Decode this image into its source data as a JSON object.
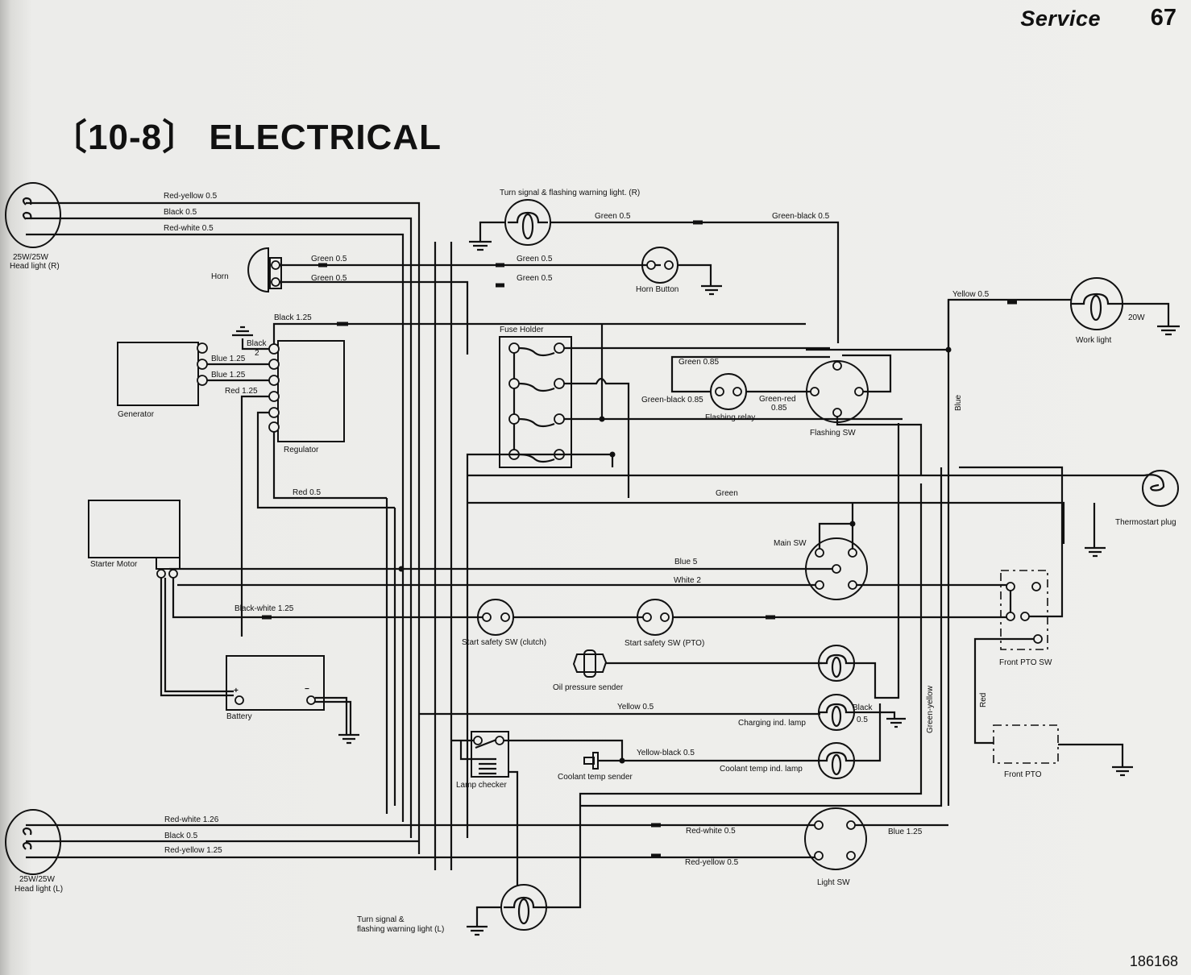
{
  "header": {
    "section": "Service",
    "page_number": "67"
  },
  "title": {
    "number": "〔10-8〕",
    "text": "ELECTRICAL"
  },
  "figure_number": "186168",
  "components": {
    "headlight_r": {
      "label": "Head light (R)",
      "rating": "25W/25W"
    },
    "headlight_l": {
      "label": "Head light (L)",
      "rating": "25W/25W"
    },
    "horn": {
      "label": "Horn"
    },
    "horn_button": {
      "label": "Horn Button"
    },
    "turn_signal_r": {
      "label": "Turn signal & flashing warning light. (R)"
    },
    "turn_signal_l": {
      "line1": "Turn signal &",
      "line2": "flashing warning light (L)"
    },
    "generator": {
      "label": "Generator"
    },
    "regulator": {
      "label": "Regulator"
    },
    "fuse_holder": {
      "label": "Fuse Holder"
    },
    "flashing_relay": {
      "label": "Flashing relay"
    },
    "flashing_sw": {
      "label": "Flashing SW"
    },
    "work_light": {
      "label": "Work light",
      "rating": "20W"
    },
    "thermostart_plug": {
      "label": "Thermostart plug"
    },
    "main_sw": {
      "label": "Main SW"
    },
    "starter_motor": {
      "label": "Starter Motor"
    },
    "start_safety_clutch": {
      "label": "Start safety SW (clutch)"
    },
    "start_safety_pto": {
      "label": "Start safety SW (PTO)"
    },
    "oil_pressure_sender": {
      "label": "Oil pressure sender"
    },
    "battery": {
      "label": "Battery",
      "plus": "+",
      "minus": "−"
    },
    "charging_lamp": {
      "label": "Charging ind. lamp"
    },
    "coolant_lamp": {
      "label": "Coolant temp ind. lamp"
    },
    "coolant_sender": {
      "label": "Coolant temp sender"
    },
    "lamp_checker": {
      "label": "Lamp checker"
    },
    "front_pto_sw": {
      "label": "Front PTO SW"
    },
    "front_pto": {
      "label": "Front PTO"
    },
    "light_sw": {
      "label": "Light SW"
    }
  },
  "wires": {
    "hl_r_red_yellow": "Red-yellow  0.5",
    "hl_r_black": "Black  0.5",
    "hl_r_red_white": "Red-white  0.5",
    "horn_green_1": "Green 0.5",
    "horn_green_2": "Green 0.5",
    "horn_btn_green_1": "Green 0.5",
    "horn_btn_green_2": "Green 0.5",
    "turn_r_green": "Green 0.5",
    "turn_r_green_black": "Green-black 0.5",
    "reg_black_125": "Black 1.25",
    "reg_black_2_a": "Black",
    "reg_black_2_b": "2",
    "gen_blue_1": "Blue 1.25",
    "gen_blue_2": "Blue 1.25",
    "reg_red": "Red 1.25",
    "relay_green": "Green 0.85",
    "relay_green_black": "Green-black 0.85",
    "relay_green_red_a": "Green-red",
    "relay_green_red_b": "0.85",
    "work_yellow": "Yellow 0.5",
    "blue_vertical": "Blue",
    "thermo_green": "Green",
    "red_05": "Red 0.5",
    "blue_5": "Blue 5",
    "white_2": "White 2",
    "black_white": "Black-white 1.25",
    "charging_yellow": "Yellow 0.5",
    "charging_black_a": "Black",
    "charging_black_b": "0.5",
    "coolant_yellow_black": "Yellow-black 0.5",
    "green_yellow": "Green-yellow",
    "pto_red": "Red",
    "hl_l_red_white": "Red-white 1.26",
    "hl_l_black": "Black 0.5",
    "hl_l_red_yellow": "Red-yellow 1.25",
    "lsw_red_white": "Red-white 0.5",
    "lsw_red_yellow": "Red-yellow 0.5",
    "lsw_blue": "Blue 1.25"
  }
}
